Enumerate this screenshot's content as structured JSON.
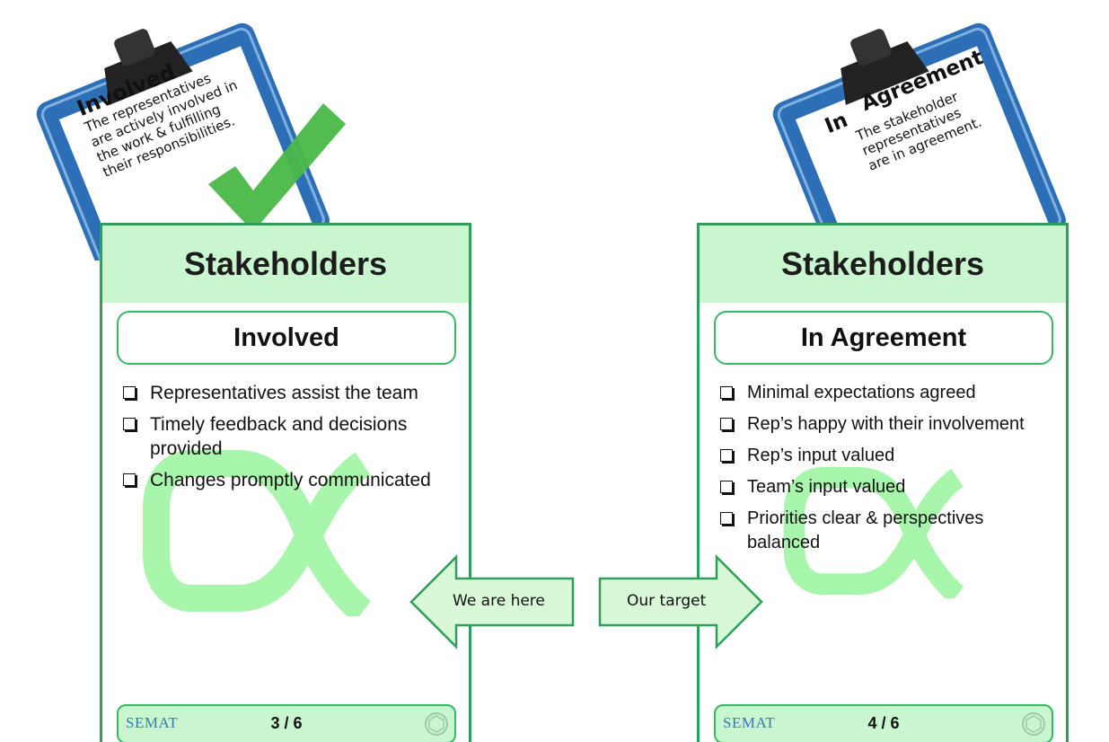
{
  "left_clipboard": {
    "title": "Involved",
    "lines": [
      "The  representatives",
      "are actively involved in",
      "the work & fulfilling",
      "their responsibilities."
    ]
  },
  "right_clipboard": {
    "title_part1": "In",
    "title_part2": "Agreement",
    "lines": [
      "The stakeholder",
      "representatives",
      "are in agreement."
    ]
  },
  "cards": [
    {
      "alpha": "Stakeholders",
      "state": "Involved",
      "checklist": [
        "Representatives assist the team",
        "Timely feedback and decisions provided",
        "Changes promptly communicated"
      ],
      "footer_logo": "SEMAT",
      "page": "3 / 6"
    },
    {
      "alpha": "Stakeholders",
      "state": "In Agreement",
      "checklist": [
        "Minimal expectations agreed",
        "Rep’s happy with their involvement",
        "Rep’s input valued",
        "Team’s input valued",
        "Priorities clear & perspectives balanced"
      ],
      "footer_logo": "SEMAT",
      "page": "4 / 6"
    }
  ],
  "arrows": {
    "left_label": "We are here",
    "right_label": "Our target"
  },
  "colors": {
    "card_border": "#2e9e5a",
    "header_fill": "#c9f5cf",
    "watermark": "#a8f5ac",
    "arrow_fill": "#d8f8d8",
    "clipboard_blue": "#2d6fb7",
    "checkmark": "#4ab848"
  },
  "icons": [
    "clipboard-icon",
    "checkmark-icon",
    "checkbox-icon",
    "alpha-watermark",
    "semat-seal-icon"
  ]
}
